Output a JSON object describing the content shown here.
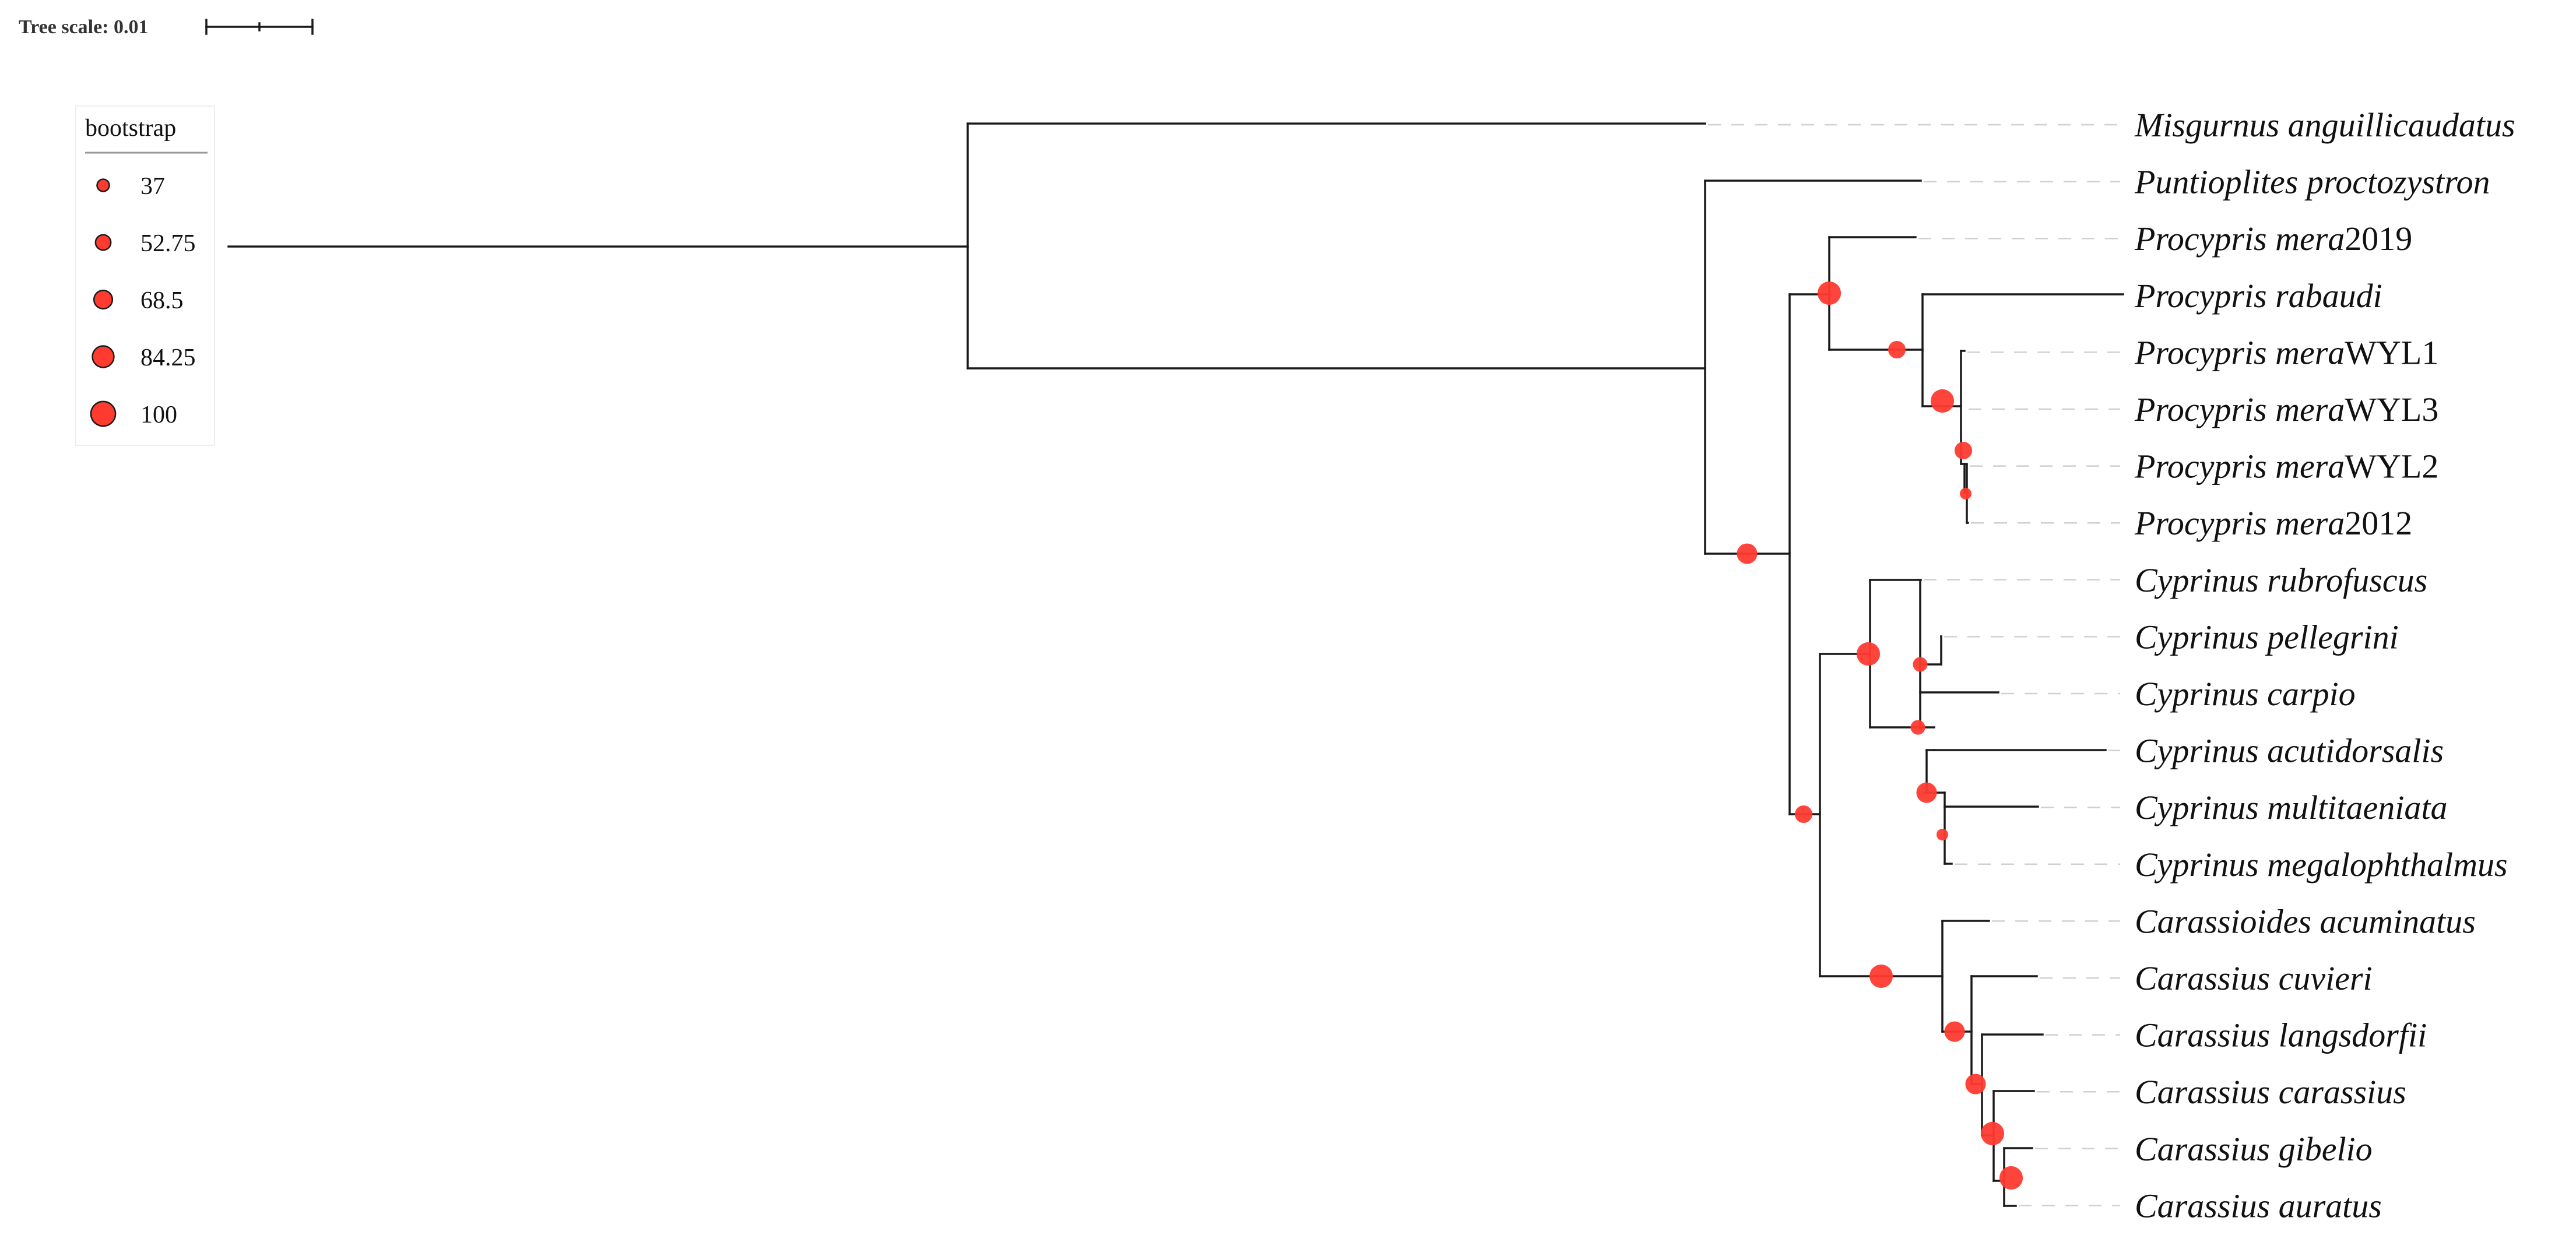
{
  "tree_scale": {
    "label": "Tree scale: 0.01"
  },
  "legend": {
    "title": "bootstrap",
    "items": [
      {
        "label": "37",
        "value": 37
      },
      {
        "label": "52.75",
        "value": 52.75
      },
      {
        "label": "68.5",
        "value": 68.5
      },
      {
        "label": "84.25",
        "value": 84.25
      },
      {
        "label": "100",
        "value": 100
      }
    ]
  },
  "colors": {
    "node": "#ff3b30",
    "branch": "#1a1a1a",
    "guide": "#d0d0d0"
  },
  "taxa": [
    {
      "genus": "Misgurnus",
      "species": "anguillicaudatus",
      "suffix": ""
    },
    {
      "genus": "Puntioplites",
      "species": "proctozystron",
      "suffix": ""
    },
    {
      "genus": "Procypris",
      "species": "mera",
      "suffix": "2019"
    },
    {
      "genus": "Procypris",
      "species": "rabaudi",
      "suffix": ""
    },
    {
      "genus": "Procypris",
      "species": "mera",
      "suffix": "WYL1"
    },
    {
      "genus": "Procypris",
      "species": "mera",
      "suffix": "WYL3"
    },
    {
      "genus": "Procypris",
      "species": "mera",
      "suffix": "WYL2"
    },
    {
      "genus": "Procypris",
      "species": "mera",
      "suffix": "2012"
    },
    {
      "genus": "Cyprinus",
      "species": "rubrofuscus",
      "suffix": ""
    },
    {
      "genus": "Cyprinus",
      "species": "pellegrini",
      "suffix": ""
    },
    {
      "genus": "Cyprinus",
      "species": "carpio",
      "suffix": ""
    },
    {
      "genus": "Cyprinus",
      "species": "acutidorsalis",
      "suffix": ""
    },
    {
      "genus": "Cyprinus",
      "species": "multitaeniata",
      "suffix": ""
    },
    {
      "genus": "Cyprinus",
      "species": "megalophthalmus",
      "suffix": ""
    },
    {
      "genus": "Carassioides",
      "species": "acuminatus",
      "suffix": ""
    },
    {
      "genus": "Carassius",
      "species": "cuvieri",
      "suffix": ""
    },
    {
      "genus": "Carassius",
      "species": "langsdorfii",
      "suffix": ""
    },
    {
      "genus": "Carassius",
      "species": "carassius",
      "suffix": ""
    },
    {
      "genus": "Carassius",
      "species": "gibelio",
      "suffix": ""
    },
    {
      "genus": "Carassius",
      "species": "auratus",
      "suffix": ""
    }
  ]
}
